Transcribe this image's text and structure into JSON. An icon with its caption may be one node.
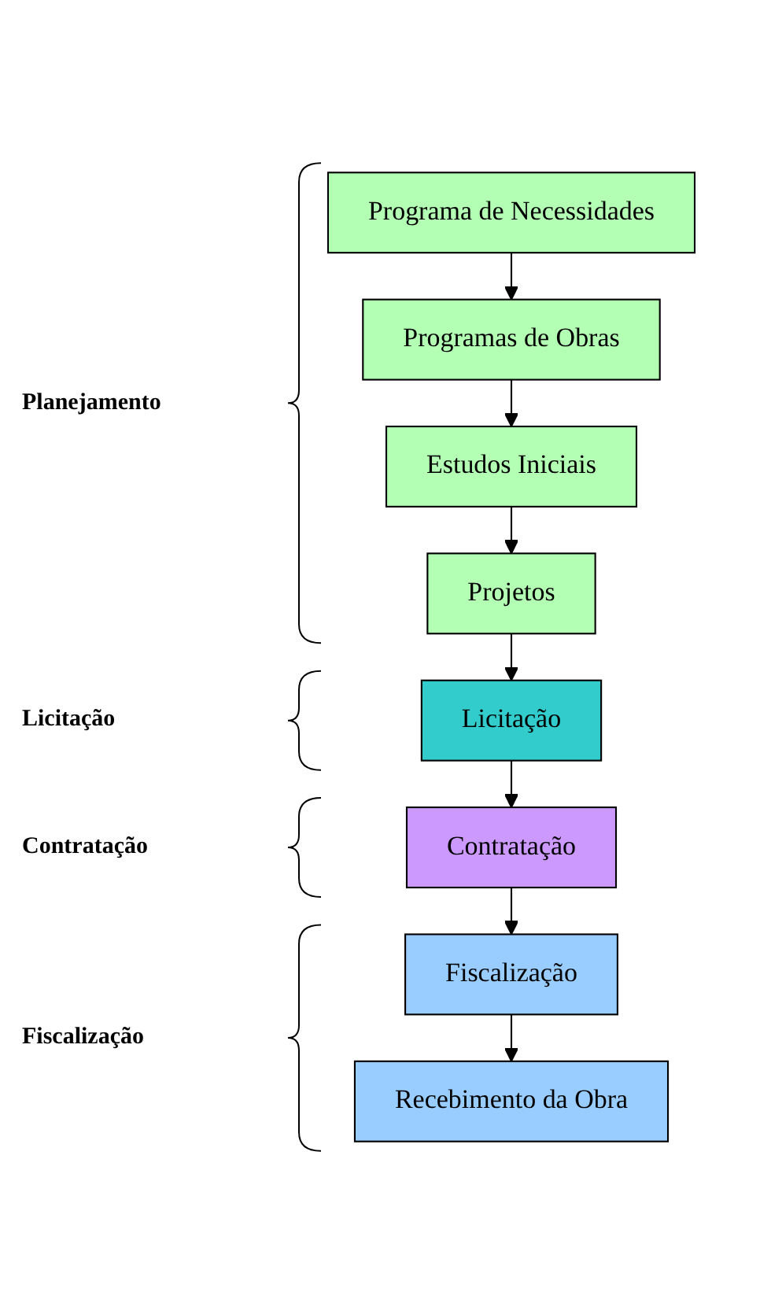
{
  "diagram": {
    "nodes": [
      {
        "text": [
          "Programa de Necessidades"
        ]
      },
      {
        "text": [
          "Programas de Obras"
        ]
      },
      {
        "text": [
          "Estudos Iniciais"
        ]
      },
      {
        "text": [
          "Projetos"
        ]
      },
      {
        "text": [
          "Licitação"
        ]
      },
      {
        "text": [
          "Contratação"
        ]
      },
      {
        "text": [
          "Fiscalização"
        ]
      },
      {
        "text": [
          "Recebimento da Obra"
        ]
      }
    ],
    "edges": [
      {
        "from": 0,
        "to": 1,
        "arrow": "to"
      },
      {
        "from": 1,
        "to": 2,
        "arrow": "to"
      },
      {
        "from": 2,
        "to": 3,
        "arrow": "to"
      },
      {
        "from": 3,
        "to": 4,
        "arrow": "to"
      },
      {
        "from": 4,
        "to": 5,
        "arrow": "to"
      },
      {
        "from": 5,
        "to": 6,
        "arrow": "to"
      },
      {
        "from": 6,
        "to": 7,
        "arrow": "to"
      }
    ],
    "labels": [
      "Planejamento",
      "Licitação",
      "Contratação",
      "Fiscalização"
    ]
  }
}
